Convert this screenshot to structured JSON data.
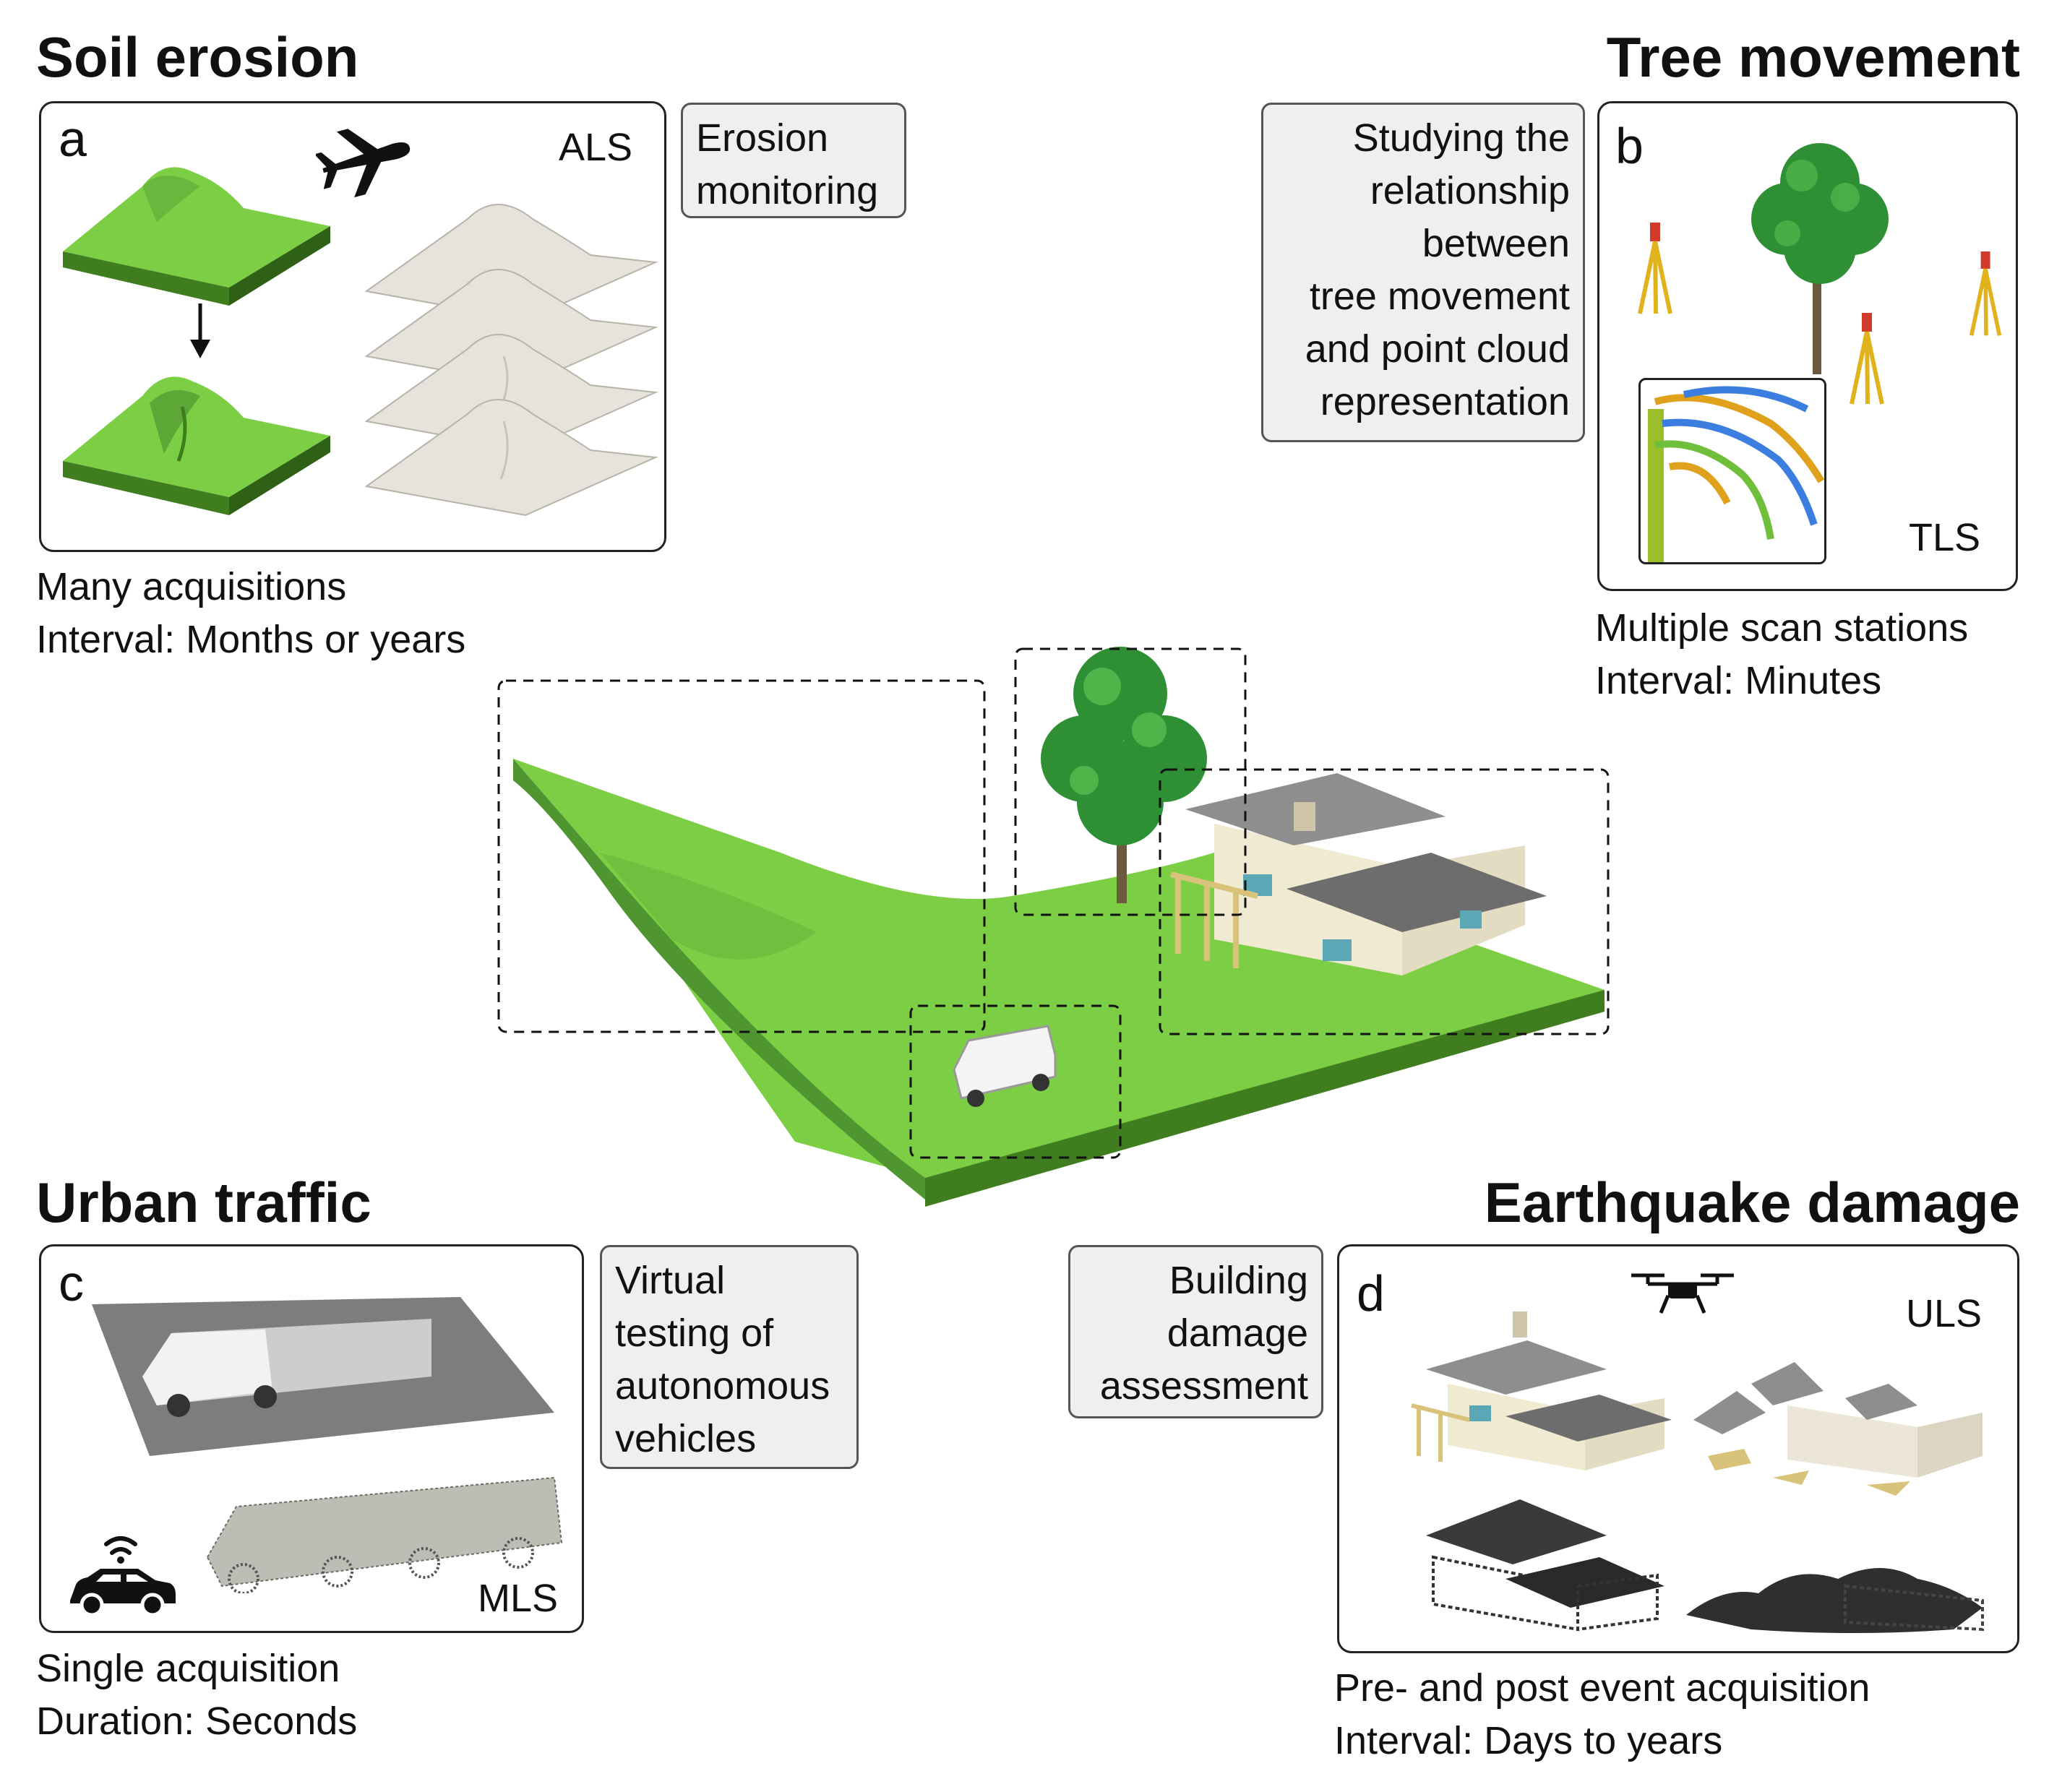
{
  "sections": {
    "a": {
      "heading": "Soil erosion",
      "panel_label": "a",
      "technique": "ALS",
      "note_lines": [
        "Erosion",
        "monitoring"
      ],
      "caption_lines": [
        "Many acquisitions",
        "Interval: Months or years"
      ]
    },
    "b": {
      "heading": "Tree movement",
      "panel_label": "b",
      "technique": "TLS",
      "note_lines": [
        "Studying the",
        "relationship",
        "between",
        "tree movement",
        "and point cloud",
        "representation"
      ],
      "caption_lines": [
        "Multiple scan stations",
        "Interval: Minutes"
      ]
    },
    "c": {
      "heading": "Urban traffic",
      "panel_label": "c",
      "technique": "MLS",
      "note_lines": [
        "Virtual",
        "testing of",
        "autonomous",
        "vehicles"
      ],
      "caption_lines": [
        "Single acquisition",
        "Duration: Seconds"
      ]
    },
    "d": {
      "heading": "Earthquake damage",
      "panel_label": "d",
      "technique": "ULS",
      "note_lines": [
        "Building",
        "damage",
        "assessment"
      ],
      "caption_lines": [
        "Pre- and post event acquisition",
        "Interval: Days to years"
      ]
    }
  },
  "icons": {
    "a": "airplane-icon",
    "b": "tripod-scanner-icon",
    "c": "connected-car-icon",
    "d": "drone-icon"
  },
  "colors": {
    "terrain_green": "#7ccf45",
    "terrain_dark": "#3f7d1f",
    "tree_green": "#2f8f34",
    "point_cloud_gray": "#bdbdb5",
    "note_bg": "#efefef"
  }
}
